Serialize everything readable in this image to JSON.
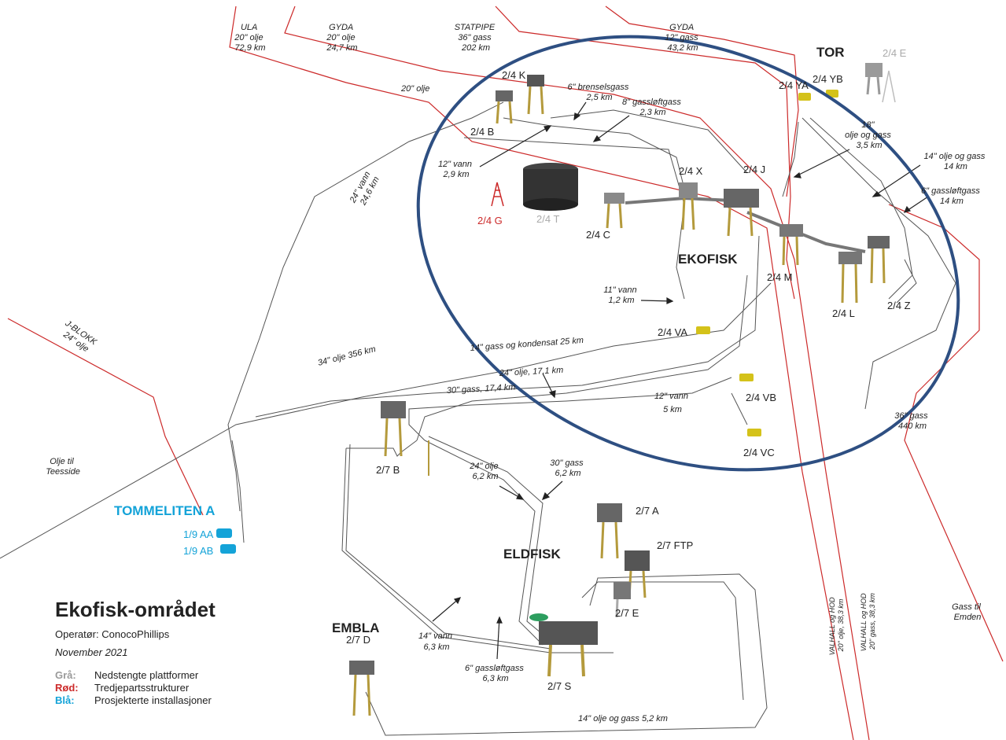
{
  "title": "Ekofisk-området",
  "operator": "Operatør: ConocoPhillips",
  "date": "November 2021",
  "legend": [
    {
      "key": "Grå:",
      "text": "Nedstengte plattformer",
      "color": "#9a9a9a"
    },
    {
      "key": "Rød:",
      "text": "Tredjepartsstrukturer",
      "color": "#cc2a2a"
    },
    {
      "key": "Blå:",
      "text": "Prosjekterte installasjoner",
      "color": "#14a3d8"
    }
  ],
  "fields": {
    "tor": "TOR",
    "ekofisk": "EKOFISK",
    "eldfisk": "ELDFISK",
    "embla": "EMBLA",
    "tommeliten": "TOMMELITEN A"
  },
  "platforms": {
    "k": "2/4 K",
    "b": "2/4 B",
    "x": "2/4 X",
    "j": "2/4 J",
    "c": "2/4 C",
    "g": "2/4 G",
    "t": "2/4 T",
    "m": "2/4 M",
    "l": "2/4 L",
    "z": "2/4 Z",
    "va": "2/4 VA",
    "vb": "2/4 VB",
    "vc": "2/4 VC",
    "ya": "2/4 YA",
    "yb": "2/4 YB",
    "e24": "2/4 E",
    "b27": "2/7 B",
    "a27": "2/7 A",
    "ftp": "2/7 FTP",
    "e27": "2/7 E",
    "s27": "2/7 S",
    "d27": "2/7 D",
    "aa": "1/9 AA",
    "ab": "1/9 AB"
  },
  "pipelines": {
    "ula": [
      "ULA",
      "20\" olje",
      "72,9 km"
    ],
    "gyda1": [
      "GYDA",
      "20\" olje",
      "24,7 km"
    ],
    "statpipe": [
      "STATPIPE",
      "36\" gass",
      "202 km"
    ],
    "gyda2": [
      "GYDA",
      "12\" gass",
      "43,2 km"
    ],
    "olje20": "20\" olje",
    "brensel": [
      "6\" brenselsgass",
      "2,5 km"
    ],
    "gassloft8": [
      "8\" gassløftgass",
      "2,3 km"
    ],
    "vann12": [
      "12\" vann",
      "2,9 km"
    ],
    "vann24": [
      "24\" vann",
      "24,6 km"
    ],
    "tor18": [
      "18\"",
      "olje og gass",
      "3,5 km"
    ],
    "olje14": [
      "14\" olje og gass",
      "14 km"
    ],
    "gassloft6": [
      "6\" gassløftgass",
      "14 km"
    ],
    "vann11": [
      "11\" vann",
      "1,2 km"
    ],
    "jblokk": [
      "J-BLOKK",
      "24\" olje"
    ],
    "olje34": "34\" olje 356 km",
    "kond14": "14\" gass og kondensat 25 km",
    "olje24_17": "24\" olje, 17,1 km",
    "gass30_17": "30\" gass, 17,4 km",
    "vann12_5": [
      "12\" vann",
      "5 km"
    ],
    "gass36": [
      "36\" gass",
      "440 km"
    ],
    "teesside": [
      "Olje til",
      "Teesside"
    ],
    "olje24_6": [
      "24\" olje",
      "6,2 km"
    ],
    "gass30_6": [
      "30\" gass",
      "6,2 km"
    ],
    "vann14": [
      "14\" vann",
      "6,3 km"
    ],
    "gassloft6_63": [
      "6\" gassløftgass",
      "6,3 km"
    ],
    "olje14_52": "14\" olje og gass 5,2 km",
    "valhall1": [
      "VALHALL og HOD",
      "20\" olje, 38,3 km"
    ],
    "valhall2": [
      "VALHALL og HOD",
      "20\" gass, 38,3 km"
    ],
    "emden": [
      "Gass til",
      "Emden"
    ]
  },
  "colors": {
    "line": "#555555",
    "third_party": "#cc2a2a",
    "planned": "#14a3d8",
    "shutdown": "#aaaaaa",
    "highlight": "#2e4f82"
  }
}
